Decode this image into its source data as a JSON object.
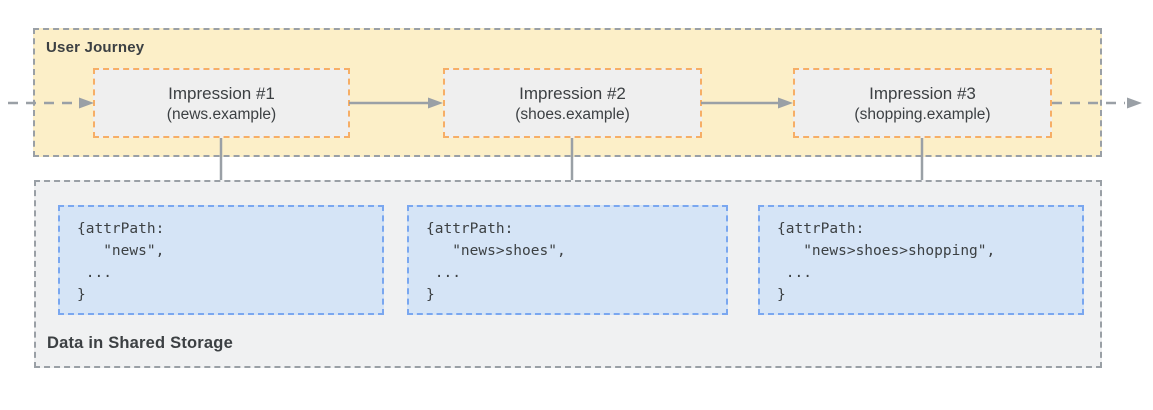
{
  "colors": {
    "journey-fill": "#FCEFC8",
    "journey-border": "#9AA0A6",
    "impression-fill": "#EFEFEF",
    "impression-border": "#F6AE66",
    "storage-fill": "#F0F1F2",
    "storage-border": "#9AA0A6",
    "entry-fill": "#D5E4F6",
    "entry-border": "#7AA7F0",
    "arrow": "#9AA0A6",
    "text": "#3C4043"
  },
  "journey": {
    "label": "User Journey",
    "impressions": [
      {
        "title": "Impression #1",
        "subtitle": "(news.example)"
      },
      {
        "title": "Impression #2",
        "subtitle": "(shoes.example)"
      },
      {
        "title": "Impression #3",
        "subtitle": "(shopping.example)"
      }
    ]
  },
  "storage": {
    "label": "Data in Shared Storage",
    "entries": [
      {
        "lines": [
          "{attrPath:",
          "   \"news\",",
          " ...",
          "}"
        ]
      },
      {
        "lines": [
          "{attrPath:",
          "   \"news>shoes\",",
          " ...",
          "}"
        ]
      },
      {
        "lines": [
          "{attrPath:",
          "   \"news>shoes>shopping\",",
          " ...",
          "}"
        ]
      }
    ]
  }
}
